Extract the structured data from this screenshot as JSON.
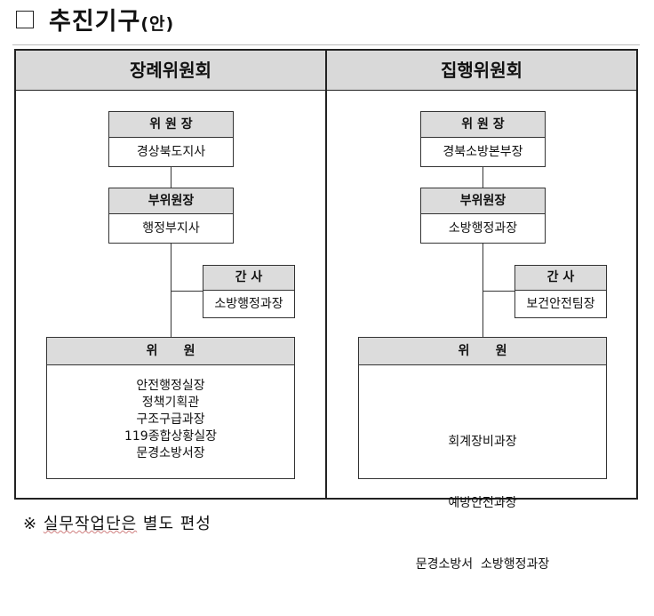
{
  "heading": {
    "title": "추진기구",
    "title_suffix": "(안)"
  },
  "columns": [
    {
      "name": "장례위원회",
      "chair": {
        "title": "위 원 장",
        "person": "경상북도지사"
      },
      "vice_chair": {
        "title": "부위원장",
        "person": "행정부지사"
      },
      "secretary": {
        "title": "간 사",
        "person": "소방행정과장"
      },
      "members": {
        "title": "위      원",
        "list": [
          "안전행정실장",
          "정책기획관",
          "구조구급과장",
          "119종합상황실장",
          "문경소방서장"
        ]
      }
    },
    {
      "name": "집행위원회",
      "chair": {
        "title": "위 원 장",
        "person": "경북소방본부장"
      },
      "vice_chair": {
        "title": "부위원장",
        "person": "소방행정과장"
      },
      "secretary": {
        "title": "간 사",
        "person": "보건안전팀장"
      },
      "members": {
        "title": "위      원",
        "list": [
          "회계장비과장",
          "예방안전과장",
          "문경소방서  소방행정과장"
        ]
      }
    }
  ],
  "note": {
    "mark": "※",
    "text_underlined": "실무작업단은",
    "text_rest": " 별도 편성"
  }
}
